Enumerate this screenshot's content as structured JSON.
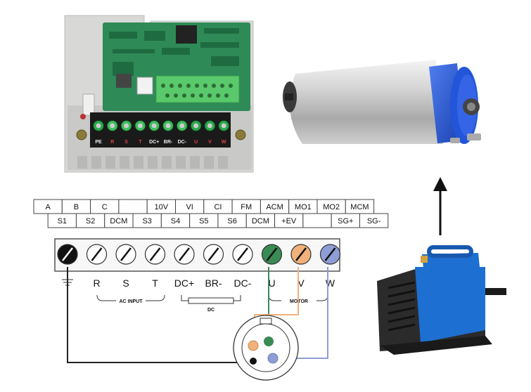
{
  "colors": {
    "u_wire": "#3a8a55",
    "v_wire": "#f0b27a",
    "w_wire": "#8f9dd6",
    "ground_wire": "#222222",
    "pump_blue": "#1d6fd1",
    "spindle_blue": "#2255d8",
    "pcb_green": "#2e8a57"
  },
  "control_terminals": {
    "top_row": [
      "A",
      "B",
      "C",
      "",
      "10V",
      "VI",
      "CI",
      "FM",
      "ACM",
      "MO1",
      "MO2",
      "MCM"
    ],
    "bottom_row": [
      "",
      "S1",
      "S2",
      "DCM",
      "S3",
      "S4",
      "S5",
      "S6",
      "DCM",
      "+EV",
      "",
      "SG+",
      "SG-"
    ]
  },
  "power_terminals": {
    "labels": [
      "",
      "R",
      "S",
      "T",
      "DC+",
      "BR-",
      "DC-",
      "U",
      "V",
      "W"
    ],
    "ac_input_label": "AC INPUT",
    "dc_label": "DC",
    "motor_label": "MOTOR"
  },
  "photo_terminal_labels": [
    "PE",
    "R",
    "S",
    "T",
    "DC+",
    "BR-",
    "DC-",
    "U",
    "V",
    "W"
  ],
  "icons": {
    "ground": "ground-icon",
    "arrow": "arrow-up-icon"
  }
}
